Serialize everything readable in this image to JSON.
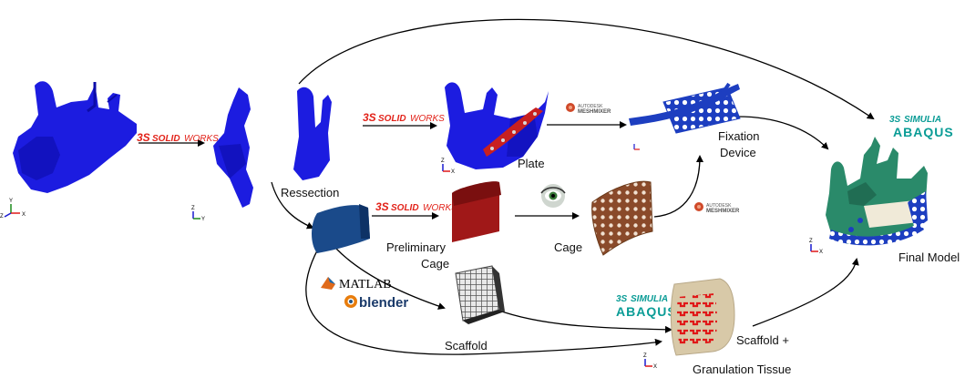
{
  "labels": {
    "ressection": "Ressection",
    "plate": "Plate",
    "fixation_line1": "Fixation",
    "fixation_line2": "Device",
    "preliminary_line1": "Preliminary",
    "preliminary_line2": "Cage",
    "cage": "Cage",
    "scaffold": "Scaffold",
    "scaffold_tissue_line1": "Scaffold +",
    "scaffold_tissue_line2": "Granulation Tissue",
    "final_model": "Final Model"
  },
  "logos": {
    "solidworks_bold": "SOLID",
    "solidworks_light": "WORKS",
    "ds": "3S",
    "autodesk": "AUTODESK",
    "meshmixer": "MESHMIXER",
    "simulia": "SIMULIA",
    "abaqus": "ABAQUS",
    "matlab": "MATLAB",
    "blender": "blender"
  },
  "axes": {
    "x": "X",
    "y": "Y",
    "z": "Z"
  },
  "colors": {
    "mandible": "#1c1ce0",
    "mandible_dark": "#0c0ca8",
    "final_model": "#2a8a6a",
    "plate_red": "#c82020",
    "preliminary_cage": "#a01818",
    "cage_brown": "#8a4a2a",
    "fixation_blue": "#1d3ec0",
    "scaffold_gray": "#707070",
    "block_blue": "#1a4a8a",
    "tissue_beige": "#d8c9a8",
    "tissue_red": "#e01818",
    "abaqus_teal": "#0a9c96",
    "solidworks_red": "#e2231a"
  }
}
